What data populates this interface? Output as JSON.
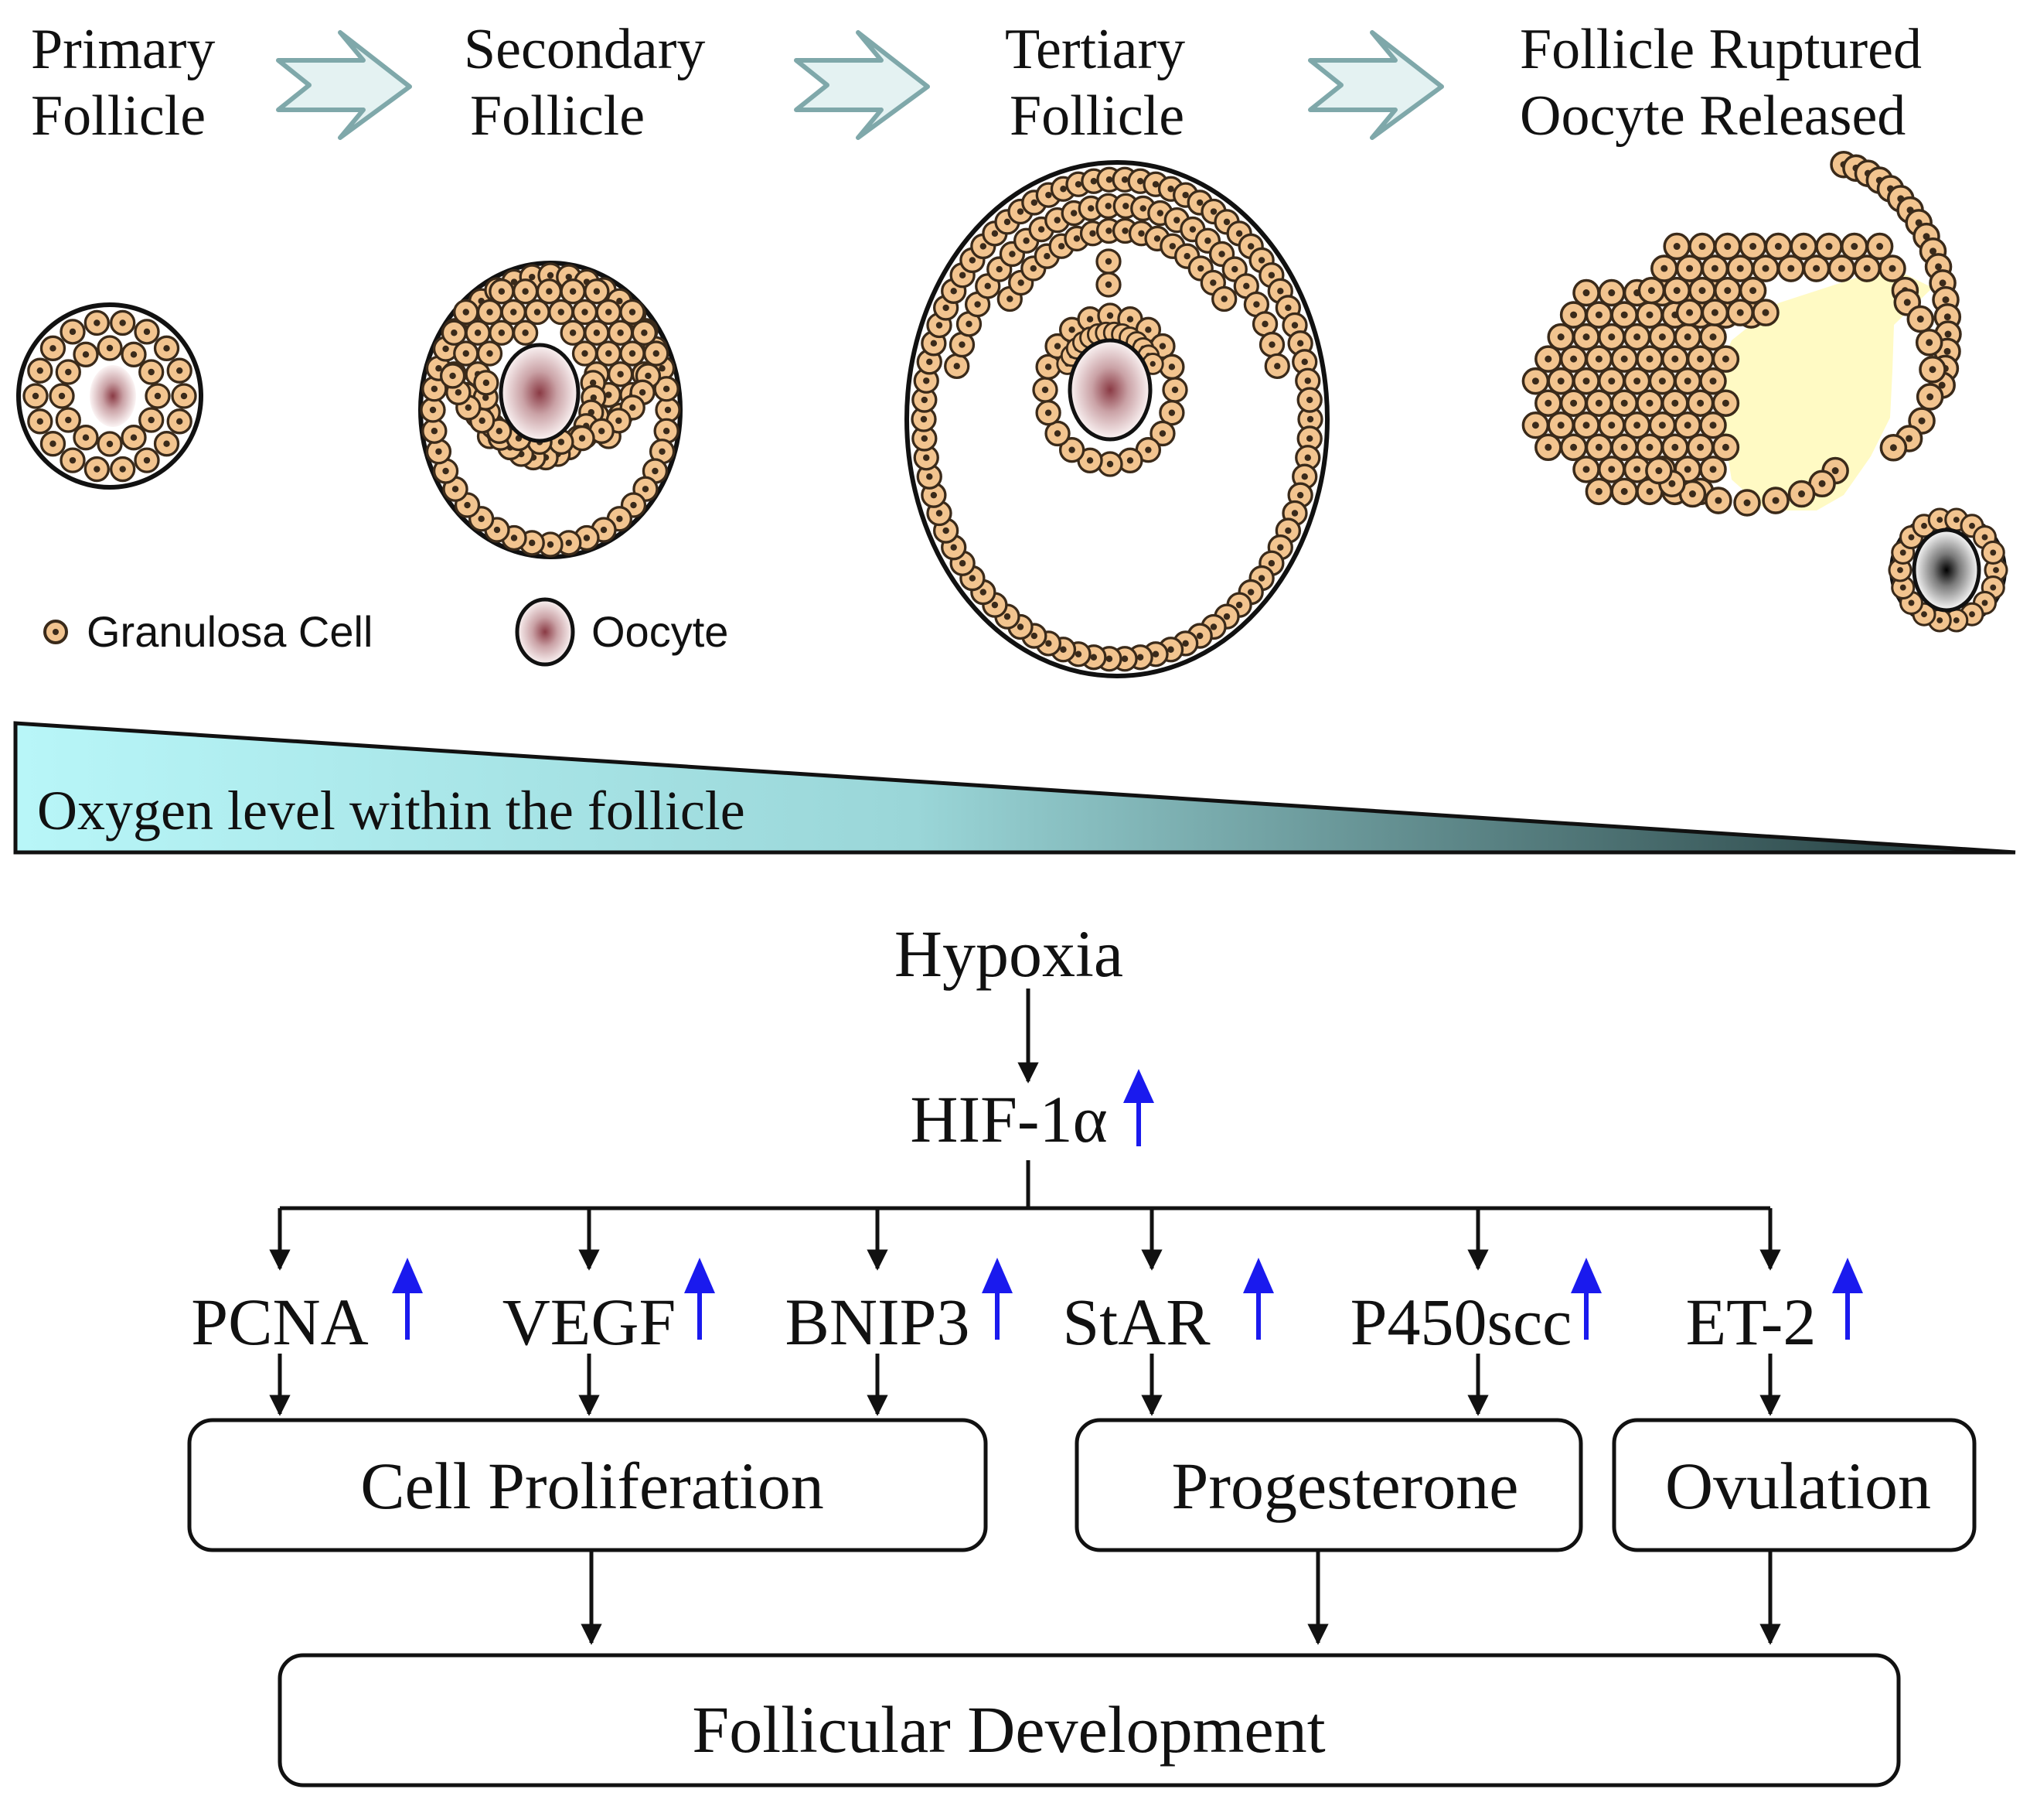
{
  "stages": [
    {
      "id": "primary",
      "line1": "Primary",
      "line2": "Follicle"
    },
    {
      "id": "secondary",
      "line1": "Secondary",
      "line2": "Follicle"
    },
    {
      "id": "tertiary",
      "line1": "Tertiary",
      "line2": "Follicle"
    },
    {
      "id": "ruptured",
      "line1": "Follicle Ruptured",
      "line2": "Oocyte Released"
    }
  ],
  "legend": {
    "granulosa": "Granulosa Cell",
    "oocyte": "Oocyte"
  },
  "oxygen_label": "Oxygen level within the follicle",
  "flow": {
    "trigger": "Hypoxia",
    "hub": "HIF-1α",
    "genes": [
      "PCNA",
      "VEGF",
      "BNIP3",
      "StAR",
      "P450scc",
      "ET-2"
    ],
    "outcomes": [
      "Cell Proliferation",
      "Progesterone",
      "Ovulation"
    ],
    "final": "Follicular Development"
  },
  "colors": {
    "cell_fill": "#f2c48f",
    "cell_stroke": "#3a2a1a",
    "arrow_stage_fill": "#e4f2f2",
    "arrow_stage_stroke": "#7fa8aa",
    "up_arrow": "#1a1aee",
    "oxygen_start": "#b8f6f8",
    "oxygen_end": "#1e3536",
    "ruptured_cavity": "#fffac4"
  },
  "icons": {
    "stage_arrow": "right-chevron-arrow-icon",
    "upregulation": "up-arrow-icon"
  }
}
